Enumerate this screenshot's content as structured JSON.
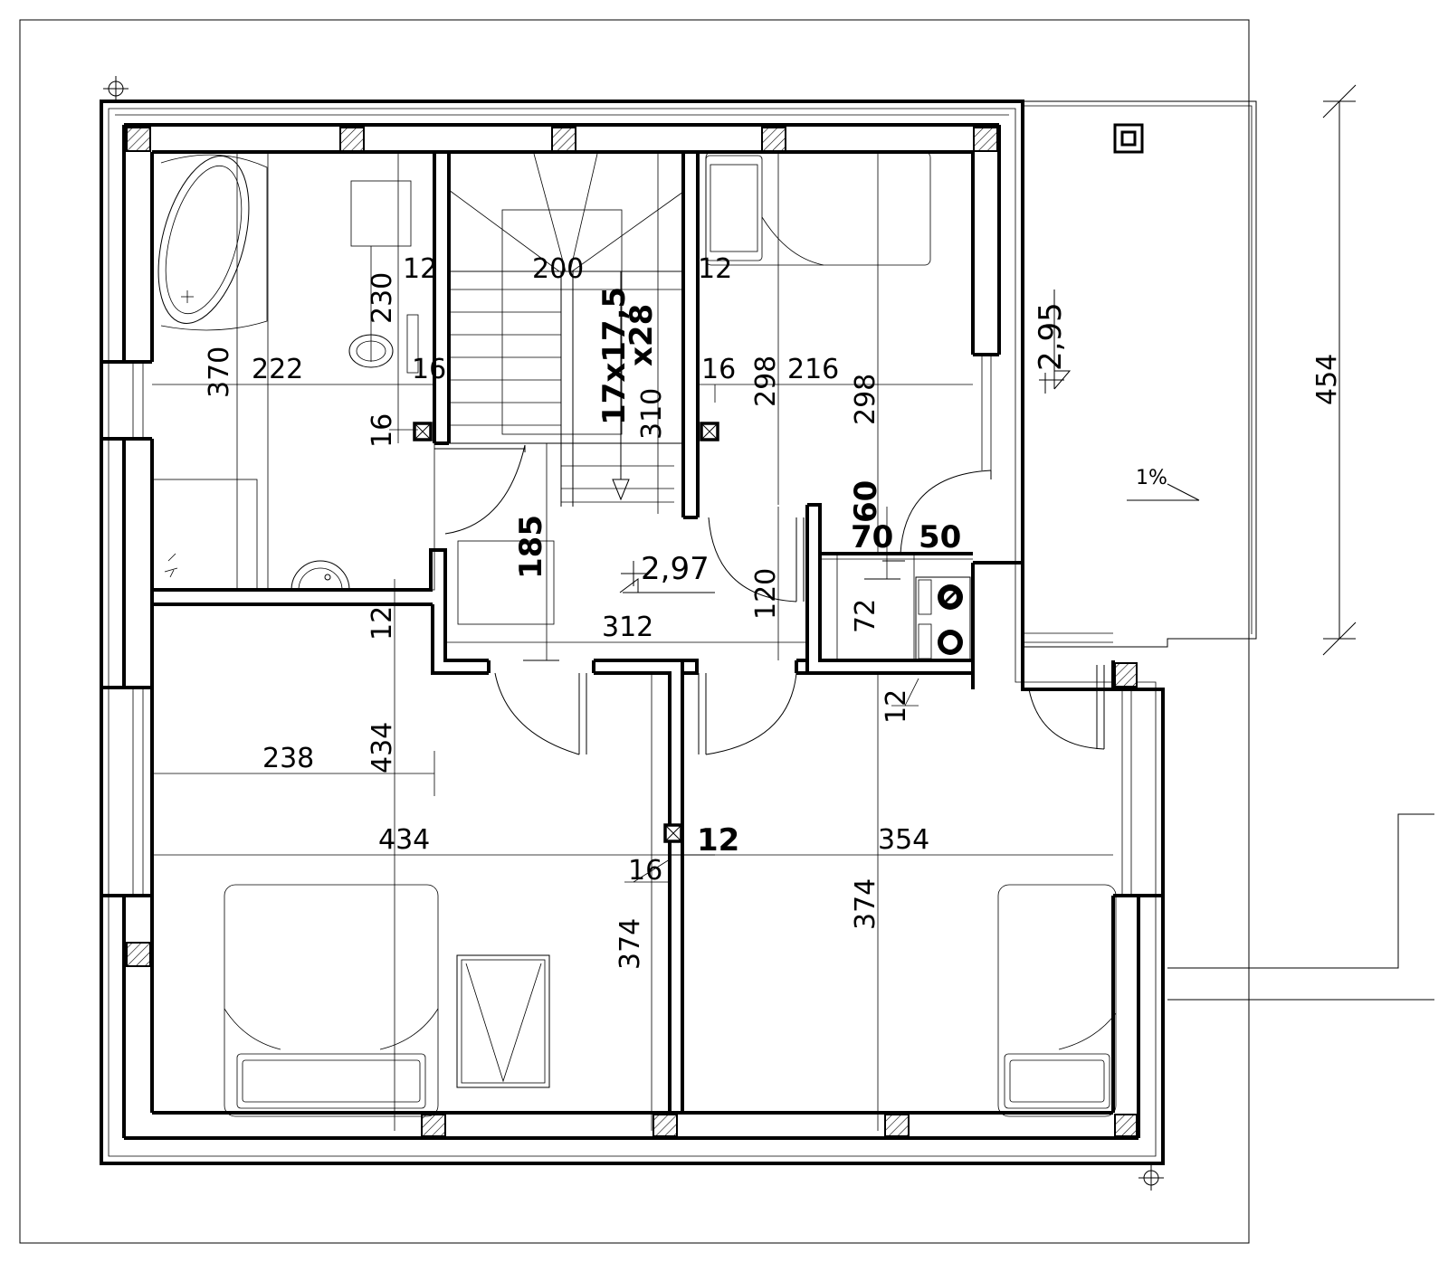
{
  "colors": {
    "line": "#000000",
    "background": "#ffffff",
    "hatch": "#000000"
  },
  "dimensions": {
    "bath_height": "370",
    "bath_width": "222",
    "bath_upper": "230",
    "wall_left": "12",
    "wall_right": "12",
    "stair_width": "200",
    "stair_depth": "310",
    "steps": "17x17,5",
    "steps_count": "x28",
    "wall16_a": "16",
    "wall16_b": "16",
    "wall16_c": "16",
    "wall16_d": "16",
    "bed_ne_height": "298",
    "bed_ne_width": "216",
    "bed_ne_height2": "298",
    "hall_depth": "185",
    "hall_width": "312",
    "door_120": "120",
    "kitchen_60": "60",
    "kitchen_70": "70",
    "kitchen_50": "50",
    "kitchen_72": "72",
    "kitchen_12": "12",
    "hall_wall_12": "12",
    "bed_sw_434v": "434",
    "bed_sw_238": "238",
    "bed_sw_434h": "434",
    "bed_sw_374": "374",
    "bed_se_354": "354",
    "bed_se_374": "374",
    "mid_wall_12": "12",
    "terrace_454": "454",
    "terrace_slope": "1%"
  },
  "levels": {
    "hall": "2,97",
    "terrace": "2,95"
  },
  "icons": [
    "grid-marker-icon",
    "chimney-icon",
    "ventilation-shaft-icon",
    "level-mark-icon",
    "stove-burner-icon"
  ]
}
